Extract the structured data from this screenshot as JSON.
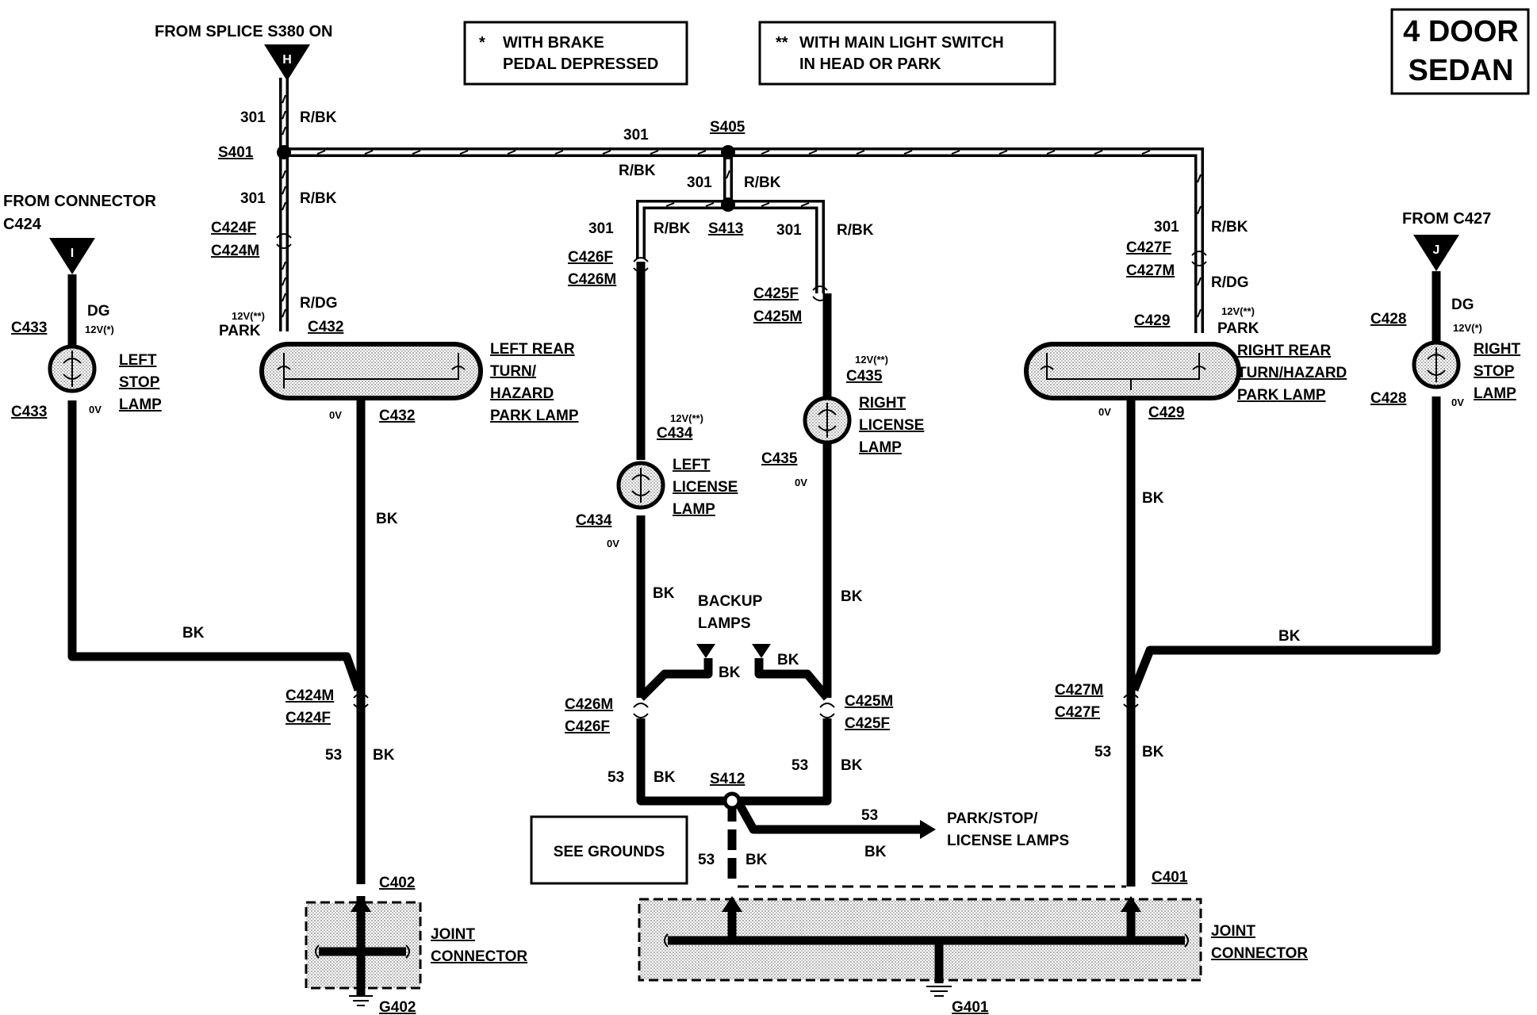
{
  "title": {
    "line1": "4 DOOR",
    "line2": "SEDAN"
  },
  "notes": {
    "brake": {
      "star": "*",
      "line1": "WITH BRAKE",
      "line2": "PEDAL DEPRESSED"
    },
    "light": {
      "star": "**",
      "line1": "WITH MAIN LIGHT SWITCH",
      "line2": "IN HEAD OR PARK"
    }
  },
  "sources": {
    "h": {
      "line1": "FROM SPLICE S380 ON",
      "letter": "H"
    },
    "i": {
      "line1": "FROM CONNECTOR",
      "line2": "C424",
      "letter": "I"
    },
    "j": {
      "line1": "FROM C427",
      "letter": "J"
    }
  },
  "splices": {
    "s401": "S401",
    "s405": "S405",
    "s413": "S413",
    "s412": "S412"
  },
  "wire": {
    "c301": "301",
    "rbk": "R/BK",
    "rdg": "R/DG",
    "dg": "DG",
    "bk": "BK",
    "c53": "53"
  },
  "voltages": {
    "v12s": "12V(*)",
    "v12ss": "12V(**)",
    "park": "PARK",
    "v0": "0V"
  },
  "connectors": {
    "c424f": "C424F",
    "c424m": "C424M",
    "c426f": "C426F",
    "c426m": "C426M",
    "c425f": "C425F",
    "c425m": "C425M",
    "c427f": "C427F",
    "c427m": "C427M",
    "c433": "C433",
    "c432": "C432",
    "c434": "C434",
    "c435": "C435",
    "c429": "C429",
    "c428": "C428",
    "c402": "C402",
    "c401": "C401"
  },
  "components": {
    "left_stop": [
      "LEFT",
      "STOP",
      "LAMP"
    ],
    "left_rear": [
      "LEFT REAR",
      "TURN/",
      "HAZARD",
      "PARK LAMP"
    ],
    "left_license": [
      "LEFT",
      "LICENSE",
      "LAMP"
    ],
    "right_license": [
      "RIGHT",
      "LICENSE",
      "LAMP"
    ],
    "right_rear": [
      "RIGHT REAR",
      "TURN/HAZARD",
      "PARK LAMP"
    ],
    "right_stop": [
      "RIGHT",
      "STOP",
      "LAMP"
    ],
    "backup": [
      "BACKUP",
      "LAMPS"
    ],
    "park_stop": [
      "PARK/STOP/",
      "LICENSE LAMPS"
    ],
    "joint": [
      "JOINT",
      "CONNECTOR"
    ],
    "see_grounds": "SEE GROUNDS"
  },
  "grounds": {
    "g402": "G402",
    "g401": "G401"
  }
}
